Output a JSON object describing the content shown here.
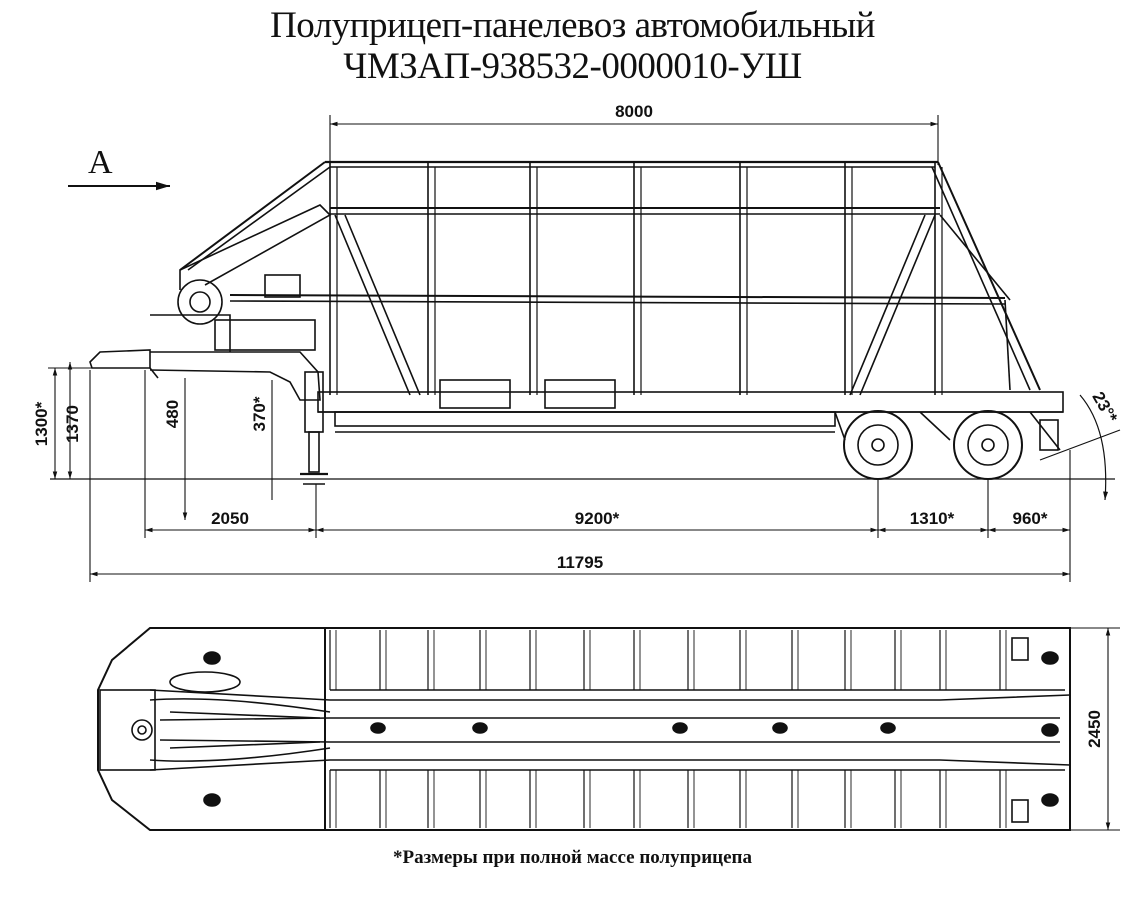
{
  "title": {
    "line1": "Полуприцеп-панелевоз автомобильный",
    "line2": "ЧМЗАП-938532-0000010-УШ"
  },
  "view_label": "A",
  "dimensions": {
    "top_length": "8000",
    "height_total": "1300*",
    "height_coupling": "1370",
    "fifth_wheel_height": "480",
    "support_height": "370*",
    "kingpin_to_support": "2050",
    "kingpin_to_axle": "9200*",
    "axle_spacing": "1310*",
    "rear_overhang": "960*",
    "overall_length": "11795",
    "width": "2450",
    "departure_angle": "23°*"
  },
  "footnote": "*Размеры при полной массе полуприцепа"
}
